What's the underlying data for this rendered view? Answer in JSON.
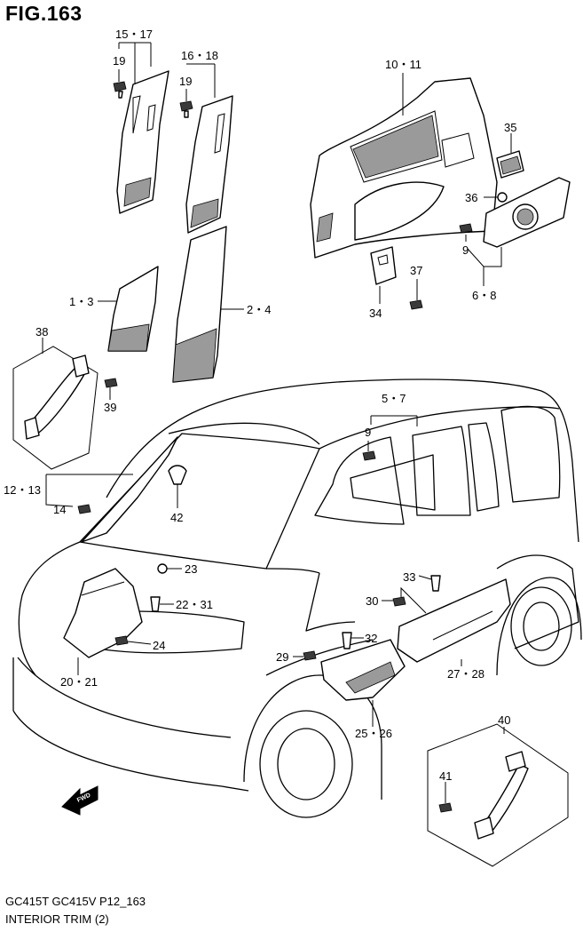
{
  "figure_title": "FIG.163",
  "footer": {
    "model_line": "GC415T GC415V P12_163",
    "section_name": "INTERIOR TRIM (2)"
  },
  "fwd_label": "FWD",
  "callouts": {
    "c15_17": "15・17",
    "c19a": "19",
    "c16_18": "16・18",
    "c19b": "19",
    "c10_11": "10・11",
    "c35": "35",
    "c36": "36",
    "c9a": "9",
    "c6_8": "6・8",
    "c37": "37",
    "c34": "34",
    "c1_3": "1・3",
    "c2_4": "2・4",
    "c38": "38",
    "c39": "39",
    "c5_7": "5・7",
    "c9b": "9",
    "c12_13": "12・13",
    "c14": "14",
    "c42": "42",
    "c23": "23",
    "c22_31": "22・31",
    "c24": "24",
    "c20_21": "20・21",
    "c33": "33",
    "c30": "30",
    "c32": "32",
    "c29": "29",
    "c27_28": "27・28",
    "c25_26": "25・26",
    "c40": "40",
    "c41": "41"
  }
}
